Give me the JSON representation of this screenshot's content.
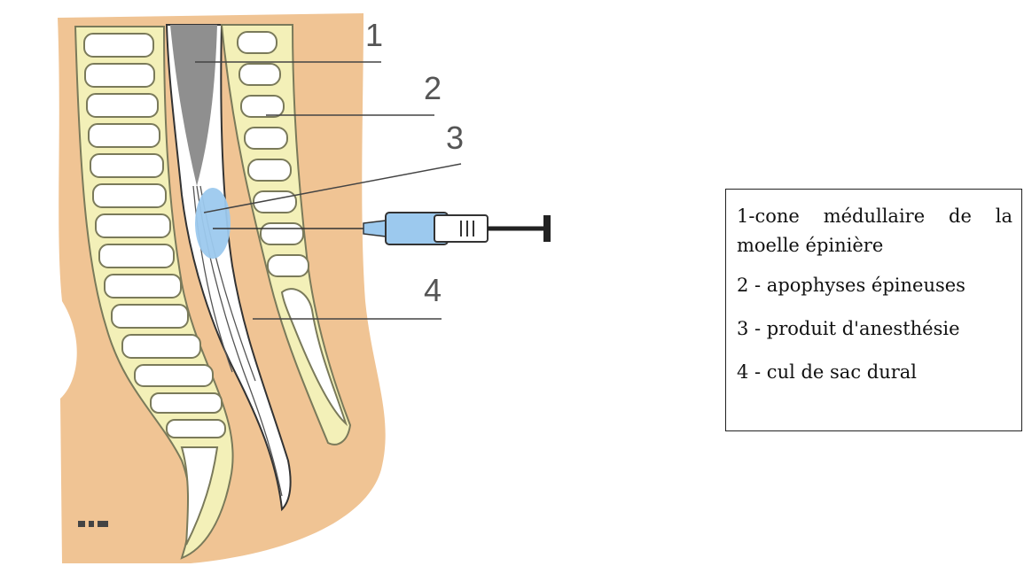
{
  "callouts": [
    {
      "id": "1",
      "label": "1"
    },
    {
      "id": "2",
      "label": "2"
    },
    {
      "id": "3",
      "label": "3"
    },
    {
      "id": "4",
      "label": "4"
    }
  ],
  "legend": {
    "items": [
      "1-cone médullaire de la moelle épinière",
      "2 - apophyses épineuses",
      "3 - produit d'anesthésie",
      "4 - cul de sac dural"
    ]
  },
  "colors": {
    "skin": "#f0c494",
    "vertebra": "#f3f0b8",
    "bone_outline": "#7a7a5a",
    "spinal_cord": "#8f8f8f",
    "anesthetic": "#9cc9ee",
    "syringe_barrel": "#9cc9ee"
  }
}
